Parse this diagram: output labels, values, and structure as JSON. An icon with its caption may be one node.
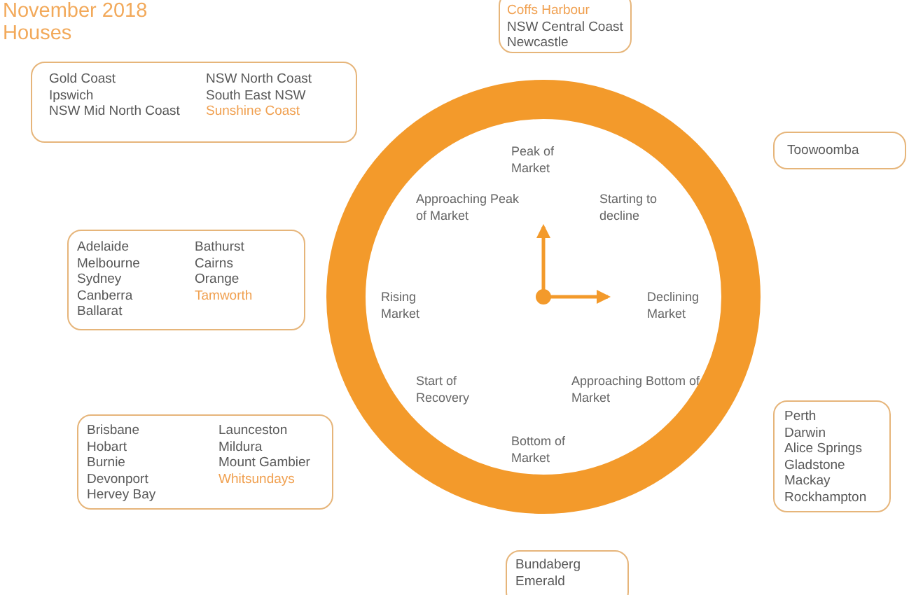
{
  "diagram": {
    "title": "November 2018 Houses",
    "nodes": [
      {
        "text": [
          "Gold Coast",
          "Ipswich",
          "NSW Mid North Coast",
          "NSW North Coast",
          "South East NSW",
          "Sunshine Coast"
        ]
      },
      {
        "text": [
          "Coffs Harbour",
          "NSW Central Coast",
          "Newcastle"
        ]
      },
      {
        "text": [
          "Toowoomba"
        ]
      },
      {
        "text": [
          "Adelaide",
          "Melbourne",
          "Sydney",
          "Canberra",
          "Ballarat",
          "Bathurst",
          "Cairns",
          "Orange",
          "Tamworth"
        ]
      },
      {
        "text": [
          "Brisbane",
          "Hobart",
          "Burnie",
          "Devonport",
          "Hervey Bay",
          "Launceston",
          "Mildura",
          "Mount Gambier",
          "Whitsundays"
        ]
      },
      {
        "text": [
          "Perth",
          "Darwin",
          "Alice Springs",
          "Gladstone",
          "Mackay",
          "Rockhampton"
        ]
      },
      {
        "text": [
          "Bundaberg",
          "Emerald"
        ]
      },
      {
        "text": [
          "Peak of Market",
          "Approaching Peak of Market",
          "Starting to decline",
          "Rising Market",
          "Declining Market",
          "Start of Recovery",
          "Approaching Bottom of Market",
          "Bottom of Market"
        ]
      }
    ],
    "edges": []
  }
}
